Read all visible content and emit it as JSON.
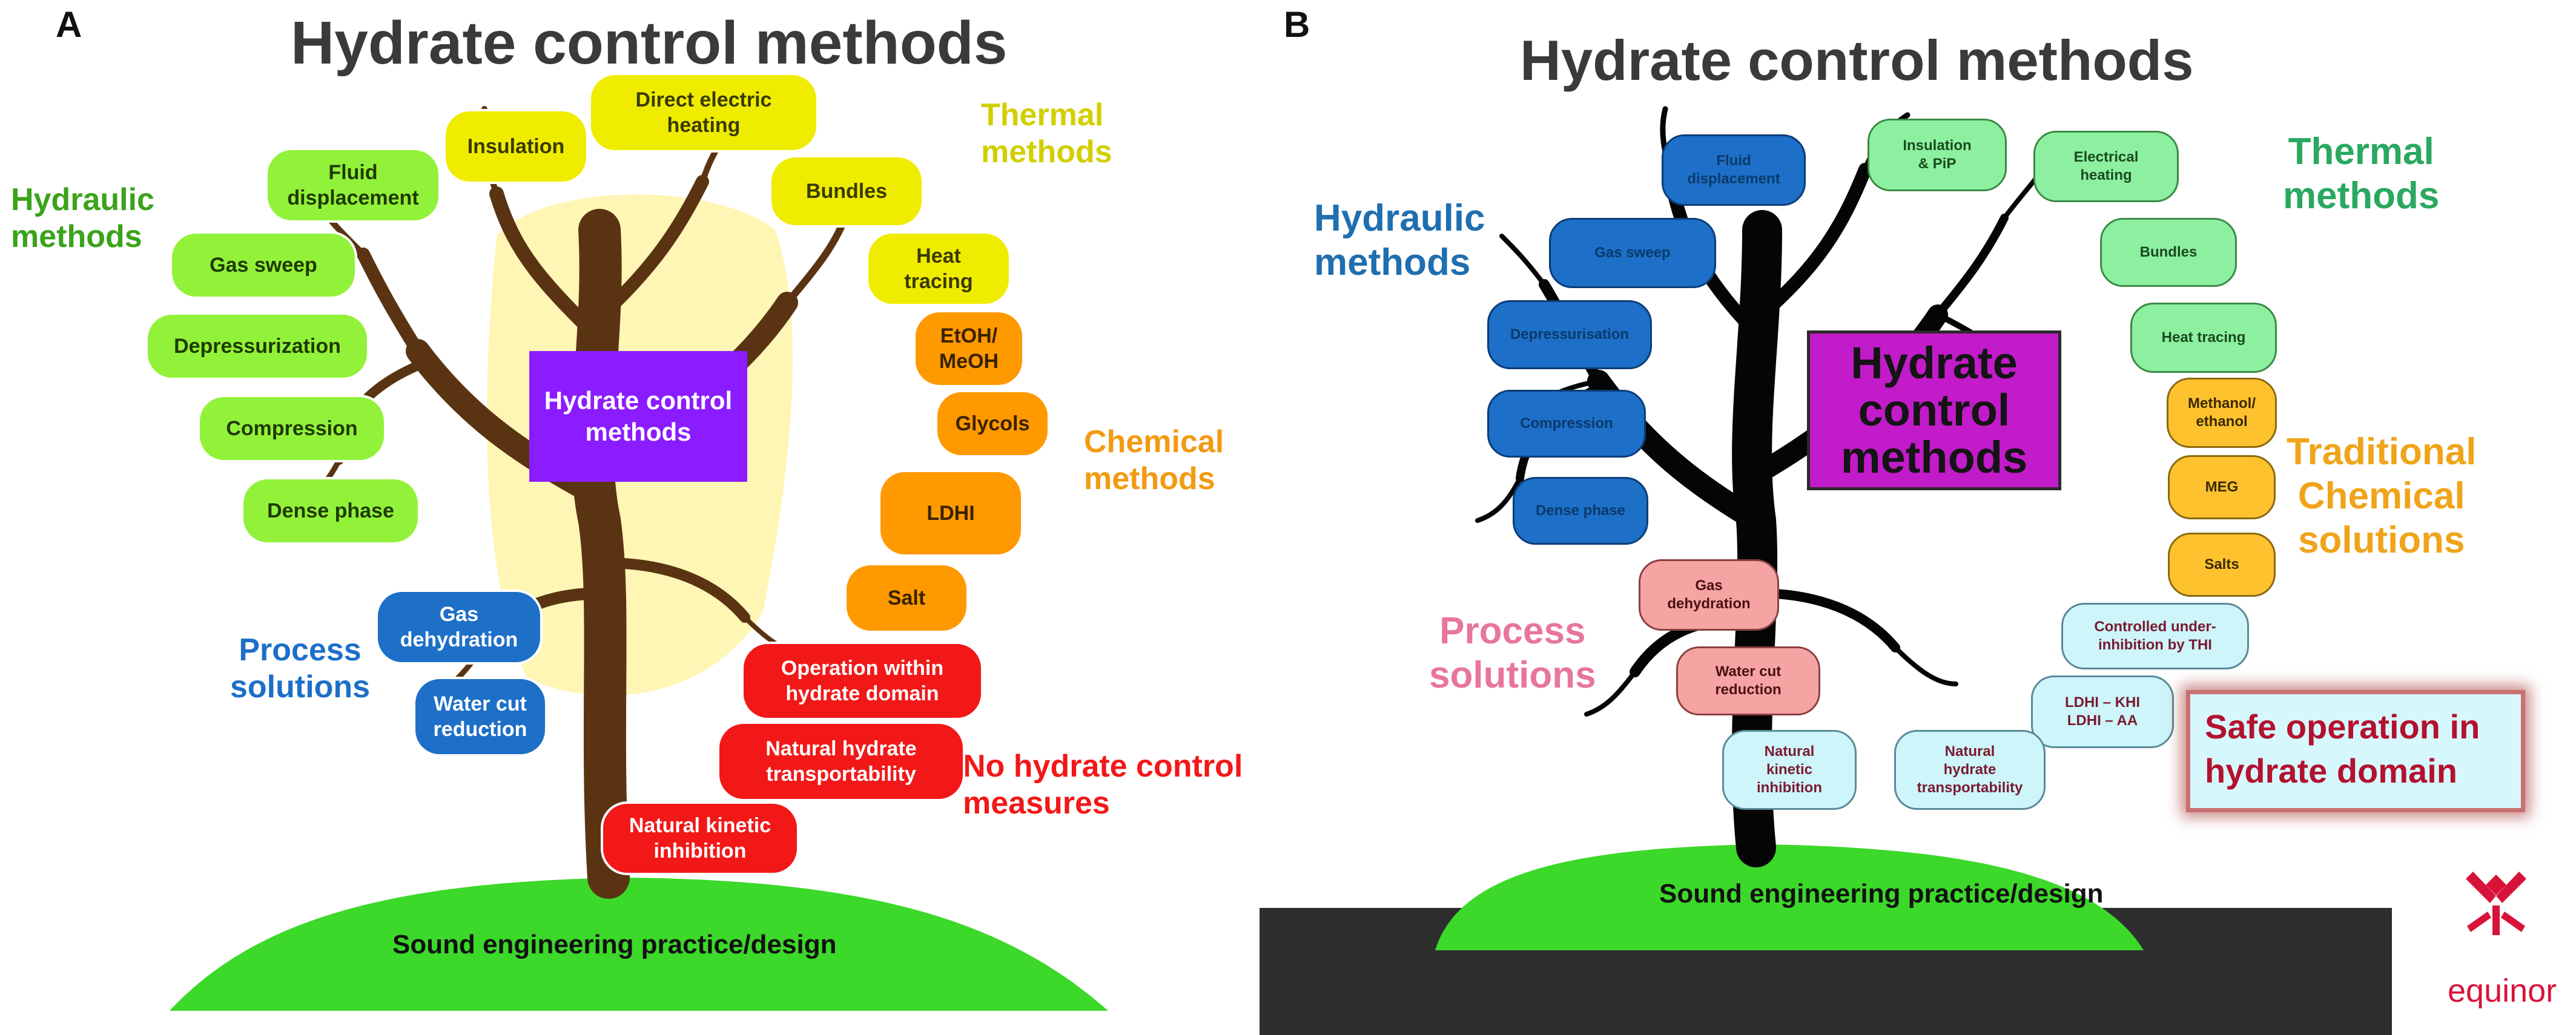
{
  "panel_a": {
    "letter": "A",
    "title": "Hydrate control methods",
    "center": "Hydrate control\nmethods",
    "categories": {
      "hydraulic": "Hydraulic\nmethods",
      "thermal": "Thermal\nmethods",
      "chemical": "Chemical\nmethods",
      "process": "Process\nsolutions",
      "no_control": "No hydrate control\nmeasures"
    },
    "hydraulic_items": [
      "Fluid\ndisplacement",
      "Gas sweep",
      "Depressurization",
      "Compression",
      "Dense phase"
    ],
    "thermal_items": [
      "Insulation",
      "Direct electric\nheating",
      "Bundles",
      "Heat\ntracing"
    ],
    "chemical_items": [
      "EtOH/\nMeOH",
      "Glycols",
      "LDHI",
      "Salt"
    ],
    "process_items": [
      "Gas\ndehydration",
      "Water cut\nreduction"
    ],
    "no_control_items": [
      "Operation within\nhydrate domain",
      "Natural hydrate\ntransportability",
      "Natural kinetic\ninhibition"
    ],
    "foundation": "Sound engineering practice/design"
  },
  "panel_b": {
    "letter": "B",
    "title": "Hydrate control methods",
    "center": "Hydrate\ncontrol\nmethods",
    "categories": {
      "hydraulic": "Hydraulic\nmethods",
      "thermal": "Thermal\nmethods",
      "chemical": "Traditional\nChemical\nsolutions",
      "process": "Process\nsolutions"
    },
    "hydraulic_items": [
      "Fluid\ndisplacement",
      "Gas sweep",
      "Depressurisation",
      "Compression",
      "Dense phase"
    ],
    "thermal_items": [
      "Insulation\n& PiP",
      "Electrical\nheating",
      "Bundles",
      "Heat tracing"
    ],
    "chemical_items": [
      "Methanol/\nethanol",
      "MEG",
      "Salts"
    ],
    "process_items": [
      "Gas\ndehydration",
      "Water cut\nreduction"
    ],
    "hydrate_domain_items": [
      "Controlled under-\ninhibition by THI",
      "LDHI – KHI\nLDHI – AA",
      "Natural\nkinetic\ninhibition",
      "Natural\nhydrate\ntransportability"
    ],
    "safe_operation": "Safe operation in\nhydrate domain",
    "foundation": "Sound engineering practice/design",
    "logo_text": "equinor"
  },
  "colors": {
    "hydraulic_a": "#92f23a",
    "thermal_a": "#efec00",
    "chemical_a": "#ff9900",
    "process_a": "#1d6fc7",
    "no_control_a": "#f21818",
    "center_a": "#8b1cff",
    "hydraulic_b": "#1d6fc7",
    "thermal_b": "#8df0a0",
    "chemical_b": "#ffc22f",
    "process_b": "#f6a3a3",
    "hydrate_domain_b": "#cdf5fa",
    "center_b": "#c21bc9",
    "hill": "#3cd82a",
    "ground": "#2e2e2e",
    "trunk_a": "#5a3412",
    "trunk_b": "#050505"
  }
}
